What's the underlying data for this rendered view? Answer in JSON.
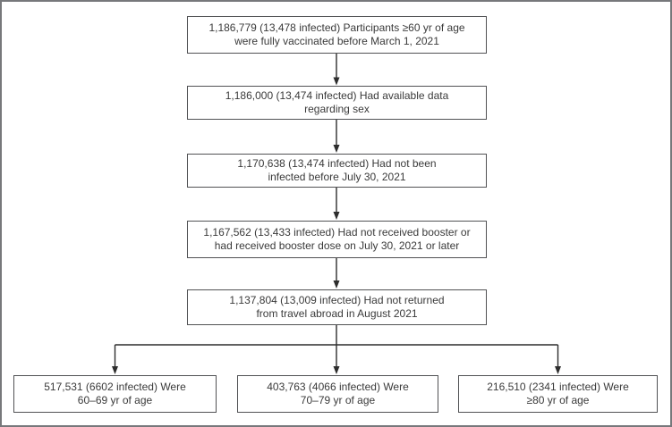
{
  "boxes": {
    "vaccinated": {
      "line1": "1,186,779 (13,478 infected) Participants ≥60 yr of age",
      "line2": "were fully vaccinated before March 1, 2021"
    },
    "sex_data": {
      "line1": "1,186,000 (13,474 infected) Had available data",
      "line2": "regarding sex"
    },
    "not_infected": {
      "line1": "1,170,638 (13,474 infected) Had not been",
      "line2": "infected before July 30, 2021"
    },
    "booster": {
      "line1": "1,167,562 (13,433 infected) Had not received booster or",
      "line2": "had received booster dose on July 30, 2021 or later"
    },
    "travel": {
      "line1": "1,137,804 (13,009 infected) Had not returned",
      "line2": "from travel abroad in August 2021"
    },
    "age_60_69": {
      "line1": "517,531 (6602 infected) Were",
      "line2": "60–69 yr of age"
    },
    "age_70_79": {
      "line1": "403,763 (4066 infected) Were",
      "line2": "70–79 yr of age"
    },
    "age_80_plus": {
      "line1": "216,510 (2341 infected) Were",
      "line2": "≥80 yr of age"
    }
  },
  "colors": {
    "box_border": "#515254",
    "connector": "#2d2d2d",
    "text": "#3a3a3a",
    "frame_border": "#77787b",
    "background": "#ffffff"
  }
}
